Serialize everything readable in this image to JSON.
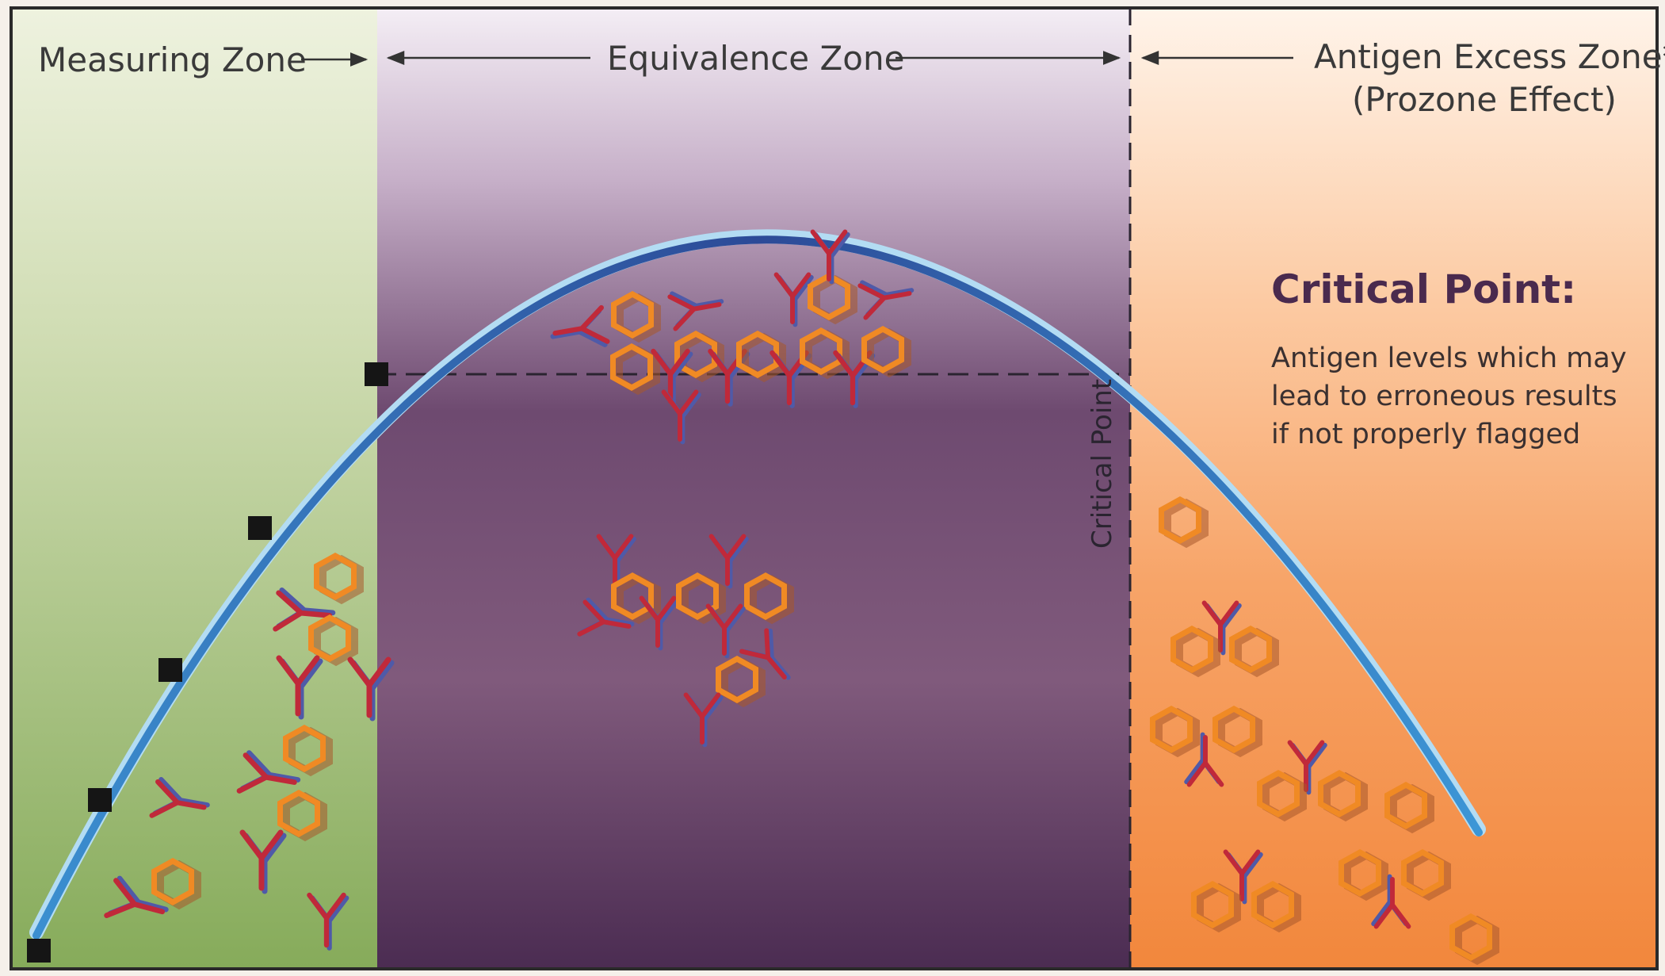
{
  "zones": {
    "measuring": "Measuring Zone",
    "equivalence": "Equivalence Zone",
    "excess_line1": "Antigen Excess Zone*",
    "excess_line2": "(Prozone Effect)"
  },
  "critical_point_marker": "Critical Point",
  "critical_callout": {
    "title": "Critical Point:",
    "lines": [
      "Antigen levels which may",
      "lead to erroneous results",
      "if not properly flagged"
    ]
  },
  "colors": {
    "measuring_zone": "#8fb06a",
    "equivalence_zone": "#5a3a5e",
    "excess_zone": "#f3914a",
    "curve_light": "#a9d8f2",
    "curve_dark": "#2d4e9a",
    "antigen": "#f08a24",
    "antibody": "#c0293a"
  },
  "icons": [
    "antibody-icon",
    "antigen-icon",
    "immune-complex-icon",
    "data-point-marker"
  ]
}
